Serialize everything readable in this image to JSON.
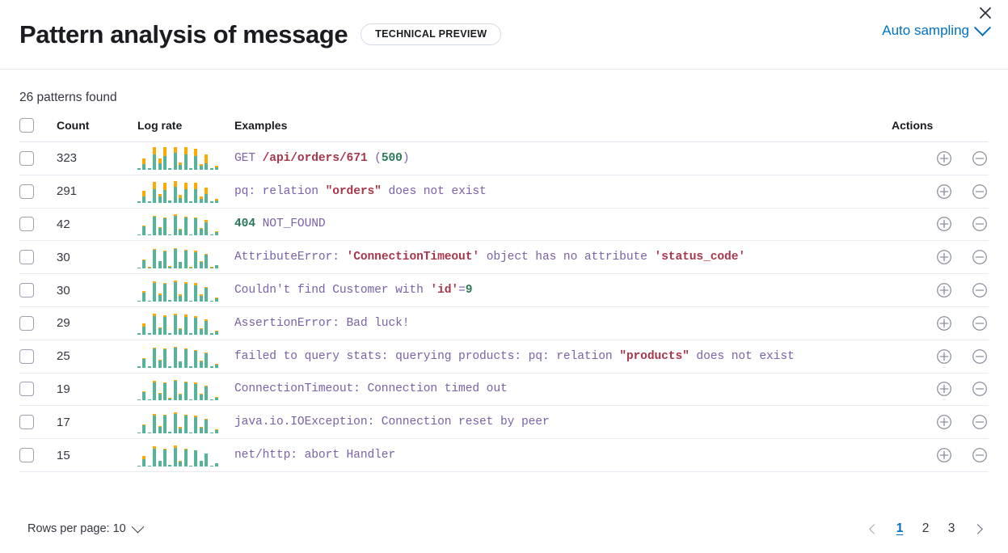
{
  "header": {
    "title": "Pattern analysis of message",
    "badge": "TECHNICAL PREVIEW",
    "sampling_label": "Auto sampling",
    "close_icon": "close-icon",
    "chevron_icon": "chevron-down-icon",
    "accent_color": "#0071c2"
  },
  "summary": {
    "patterns_found": "26 patterns found"
  },
  "table": {
    "columns": {
      "select": "",
      "count": "Count",
      "log_rate": "Log rate",
      "examples": "Examples",
      "actions": "Actions"
    },
    "colors": {
      "bar_top": "#ffa800",
      "bar_bottom": "#54b399"
    },
    "rows": [
      {
        "count": "323",
        "example": "GET /api/orders/671 (500)",
        "tokens": [
          {
            "t": "GET ",
            "c": "pur"
          },
          {
            "t": "/api/orders/671",
            "c": "red"
          },
          {
            "t": " (",
            "c": "pur"
          },
          {
            "t": "500",
            "c": "green"
          },
          {
            "t": ")",
            "c": "pur"
          }
        ],
        "spark": [
          {
            "bot": 0.06,
            "top": 0.0
          },
          {
            "bot": 0.26,
            "top": 0.22
          },
          {
            "bot": 0.06,
            "top": 0.0
          },
          {
            "bot": 0.66,
            "top": 0.34
          },
          {
            "bot": 0.3,
            "top": 0.2
          },
          {
            "bot": 0.62,
            "top": 0.36
          },
          {
            "bot": 0.08,
            "top": 0.0
          },
          {
            "bot": 0.74,
            "top": 0.26
          },
          {
            "bot": 0.2,
            "top": 0.12
          },
          {
            "bot": 0.66,
            "top": 0.32
          },
          {
            "bot": 0.06,
            "top": 0.0
          },
          {
            "bot": 0.62,
            "top": 0.32
          },
          {
            "bot": 0.16,
            "top": 0.1
          },
          {
            "bot": 0.28,
            "top": 0.4
          },
          {
            "bot": 0.06,
            "top": 0.0
          },
          {
            "bot": 0.1,
            "top": 0.06
          }
        ]
      },
      {
        "count": "291",
        "example": "pq: relation \"orders\" does not exist",
        "tokens": [
          {
            "t": "pq: relation ",
            "c": "pur"
          },
          {
            "t": "\"orders\"",
            "c": "red"
          },
          {
            "t": " does not exist",
            "c": "pur"
          }
        ],
        "spark": [
          {
            "bot": 0.05,
            "top": 0.0
          },
          {
            "bot": 0.28,
            "top": 0.24
          },
          {
            "bot": 0.05,
            "top": 0.0
          },
          {
            "bot": 0.6,
            "top": 0.32
          },
          {
            "bot": 0.26,
            "top": 0.14
          },
          {
            "bot": 0.56,
            "top": 0.34
          },
          {
            "bot": 0.08,
            "top": 0.0
          },
          {
            "bot": 0.7,
            "top": 0.24
          },
          {
            "bot": 0.22,
            "top": 0.12
          },
          {
            "bot": 0.6,
            "top": 0.3
          },
          {
            "bot": 0.06,
            "top": 0.0
          },
          {
            "bot": 0.58,
            "top": 0.3
          },
          {
            "bot": 0.18,
            "top": 0.1
          },
          {
            "bot": 0.4,
            "top": 0.26
          },
          {
            "bot": 0.05,
            "top": 0.0
          },
          {
            "bot": 0.1,
            "top": 0.07
          }
        ]
      },
      {
        "count": "42",
        "example": "404 NOT_FOUND",
        "tokens": [
          {
            "t": "404",
            "c": "green"
          },
          {
            "t": " NOT_FOUND",
            "c": "pur"
          }
        ],
        "spark": [
          {
            "bot": 0.05,
            "top": 0.0
          },
          {
            "bot": 0.4,
            "top": 0.04
          },
          {
            "bot": 0.04,
            "top": 0.0
          },
          {
            "bot": 0.84,
            "top": 0.05
          },
          {
            "bot": 0.34,
            "top": 0.03
          },
          {
            "bot": 0.78,
            "top": 0.04
          },
          {
            "bot": 0.07,
            "top": 0.0
          },
          {
            "bot": 0.86,
            "top": 0.1
          },
          {
            "bot": 0.26,
            "top": 0.03
          },
          {
            "bot": 0.8,
            "top": 0.04
          },
          {
            "bot": 0.04,
            "top": 0.0
          },
          {
            "bot": 0.76,
            "top": 0.06
          },
          {
            "bot": 0.3,
            "top": 0.04
          },
          {
            "bot": 0.6,
            "top": 0.1
          },
          {
            "bot": 0.05,
            "top": 0.0
          },
          {
            "bot": 0.15,
            "top": 0.04
          }
        ]
      },
      {
        "count": "30",
        "example": "AttributeError: 'ConnectionTimeout' object has no attribute 'status_code'",
        "tokens": [
          {
            "t": "AttributeError: ",
            "c": "pur"
          },
          {
            "t": "'ConnectionTimeout'",
            "c": "red"
          },
          {
            "t": " object has no attribute ",
            "c": "pur"
          },
          {
            "t": "'status_code'",
            "c": "red"
          }
        ],
        "spark": [
          {
            "bot": 0.04,
            "top": 0.02
          },
          {
            "bot": 0.38,
            "top": 0.03
          },
          {
            "bot": 0.05,
            "top": 0.02
          },
          {
            "bot": 0.82,
            "top": 0.04
          },
          {
            "bot": 0.32,
            "top": 0.03
          },
          {
            "bot": 0.76,
            "top": 0.04
          },
          {
            "bot": 0.08,
            "top": 0.03
          },
          {
            "bot": 0.88,
            "top": 0.04
          },
          {
            "bot": 0.28,
            "top": 0.03
          },
          {
            "bot": 0.8,
            "top": 0.03
          },
          {
            "bot": 0.05,
            "top": 0.02
          },
          {
            "bot": 0.74,
            "top": 0.05
          },
          {
            "bot": 0.28,
            "top": 0.04
          },
          {
            "bot": 0.62,
            "top": 0.04
          },
          {
            "bot": 0.05,
            "top": 0.02
          },
          {
            "bot": 0.14,
            "top": 0.03
          }
        ]
      },
      {
        "count": "30",
        "example": "Couldn't find Customer with 'id'=9",
        "tokens": [
          {
            "t": "Couldn't find Customer with ",
            "c": "pur"
          },
          {
            "t": "'id'",
            "c": "red"
          },
          {
            "t": "=",
            "c": "pur"
          },
          {
            "t": "9",
            "c": "green"
          }
        ],
        "spark": [
          {
            "bot": 0.04,
            "top": 0.0
          },
          {
            "bot": 0.38,
            "top": 0.1
          },
          {
            "bot": 0.05,
            "top": 0.0
          },
          {
            "bot": 0.82,
            "top": 0.06
          },
          {
            "bot": 0.3,
            "top": 0.05
          },
          {
            "bot": 0.78,
            "top": 0.05
          },
          {
            "bot": 0.08,
            "top": 0.0
          },
          {
            "bot": 0.86,
            "top": 0.06
          },
          {
            "bot": 0.26,
            "top": 0.05
          },
          {
            "bot": 0.8,
            "top": 0.05
          },
          {
            "bot": 0.04,
            "top": 0.0
          },
          {
            "bot": 0.72,
            "top": 0.1
          },
          {
            "bot": 0.26,
            "top": 0.05
          },
          {
            "bot": 0.6,
            "top": 0.05
          },
          {
            "bot": 0.05,
            "top": 0.0
          },
          {
            "bot": 0.14,
            "top": 0.04
          }
        ]
      },
      {
        "count": "29",
        "example": "AssertionError: Bad luck!",
        "tokens": [
          {
            "t": "AssertionError: Bad luck!",
            "c": "pur"
          }
        ],
        "spark": [
          {
            "bot": 0.05,
            "top": 0.0
          },
          {
            "bot": 0.36,
            "top": 0.12
          },
          {
            "bot": 0.05,
            "top": 0.0
          },
          {
            "bot": 0.8,
            "top": 0.12
          },
          {
            "bot": 0.28,
            "top": 0.04
          },
          {
            "bot": 0.78,
            "top": 0.08
          },
          {
            "bot": 0.08,
            "top": 0.0
          },
          {
            "bot": 0.84,
            "top": 0.1
          },
          {
            "bot": 0.24,
            "top": 0.04
          },
          {
            "bot": 0.78,
            "top": 0.1
          },
          {
            "bot": 0.05,
            "top": 0.0
          },
          {
            "bot": 0.74,
            "top": 0.06
          },
          {
            "bot": 0.26,
            "top": 0.04
          },
          {
            "bot": 0.62,
            "top": 0.04
          },
          {
            "bot": 0.05,
            "top": 0.0
          },
          {
            "bot": 0.15,
            "top": 0.04
          }
        ]
      },
      {
        "count": "25",
        "example": "failed to query stats: querying products: pq: relation \"products\" does not exist",
        "tokens": [
          {
            "t": "failed to query stats: querying products: pq: relation ",
            "c": "pur"
          },
          {
            "t": "\"products\"",
            "c": "red"
          },
          {
            "t": " does not exist",
            "c": "pur"
          }
        ],
        "spark": [
          {
            "bot": 0.05,
            "top": 0.0
          },
          {
            "bot": 0.38,
            "top": 0.04
          },
          {
            "bot": 0.05,
            "top": 0.0
          },
          {
            "bot": 0.84,
            "top": 0.04
          },
          {
            "bot": 0.32,
            "top": 0.03
          },
          {
            "bot": 0.8,
            "top": 0.04
          },
          {
            "bot": 0.07,
            "top": 0.0
          },
          {
            "bot": 0.88,
            "top": 0.04
          },
          {
            "bot": 0.26,
            "top": 0.03
          },
          {
            "bot": 0.82,
            "top": 0.04
          },
          {
            "bot": 0.05,
            "top": 0.0
          },
          {
            "bot": 0.74,
            "top": 0.04
          },
          {
            "bot": 0.28,
            "top": 0.03
          },
          {
            "bot": 0.62,
            "top": 0.04
          },
          {
            "bot": 0.05,
            "top": 0.0
          },
          {
            "bot": 0.14,
            "top": 0.03
          }
        ]
      },
      {
        "count": "19",
        "example": "ConnectionTimeout: Connection timed out",
        "tokens": [
          {
            "t": "ConnectionTimeout: Connection timed out",
            "c": "pur"
          }
        ],
        "spark": [
          {
            "bot": 0.05,
            "top": 0.02
          },
          {
            "bot": 0.38,
            "top": 0.03
          },
          {
            "bot": 0.05,
            "top": 0.02
          },
          {
            "bot": 0.82,
            "top": 0.04
          },
          {
            "bot": 0.32,
            "top": 0.03
          },
          {
            "bot": 0.76,
            "top": 0.04
          },
          {
            "bot": 0.08,
            "top": 0.03
          },
          {
            "bot": 0.86,
            "top": 0.04
          },
          {
            "bot": 0.28,
            "top": 0.03
          },
          {
            "bot": 0.8,
            "top": 0.03
          },
          {
            "bot": 0.05,
            "top": 0.02
          },
          {
            "bot": 0.74,
            "top": 0.05
          },
          {
            "bot": 0.28,
            "top": 0.04
          },
          {
            "bot": 0.62,
            "top": 0.04
          },
          {
            "bot": 0.05,
            "top": 0.02
          },
          {
            "bot": 0.14,
            "top": 0.03
          }
        ]
      },
      {
        "count": "17",
        "example": "java.io.IOException: Connection reset by peer",
        "tokens": [
          {
            "t": "java.io.IOException: Connection reset by peer",
            "c": "pur"
          }
        ],
        "spark": [
          {
            "bot": 0.05,
            "top": 0.0
          },
          {
            "bot": 0.36,
            "top": 0.04
          },
          {
            "bot": 0.05,
            "top": 0.0
          },
          {
            "bot": 0.8,
            "top": 0.08
          },
          {
            "bot": 0.28,
            "top": 0.04
          },
          {
            "bot": 0.78,
            "top": 0.04
          },
          {
            "bot": 0.08,
            "top": 0.0
          },
          {
            "bot": 0.86,
            "top": 0.08
          },
          {
            "bot": 0.24,
            "top": 0.04
          },
          {
            "bot": 0.78,
            "top": 0.04
          },
          {
            "bot": 0.05,
            "top": 0.0
          },
          {
            "bot": 0.74,
            "top": 0.06
          },
          {
            "bot": 0.26,
            "top": 0.04
          },
          {
            "bot": 0.62,
            "top": 0.04
          },
          {
            "bot": 0.05,
            "top": 0.0
          },
          {
            "bot": 0.15,
            "top": 0.04
          }
        ]
      },
      {
        "count": "15",
        "example": "net/http: abort Handler",
        "tokens": [
          {
            "t": "net/http: abort Handler",
            "c": "pur"
          }
        ],
        "spark": [
          {
            "bot": 0.05,
            "top": 0.0
          },
          {
            "bot": 0.34,
            "top": 0.12
          },
          {
            "bot": 0.05,
            "top": 0.0
          },
          {
            "bot": 0.78,
            "top": 0.1
          },
          {
            "bot": 0.24,
            "top": 0.02
          },
          {
            "bot": 0.76,
            "top": 0.04
          },
          {
            "bot": 0.08,
            "top": 0.0
          },
          {
            "bot": 0.84,
            "top": 0.1
          },
          {
            "bot": 0.22,
            "top": 0.02
          },
          {
            "bot": 0.76,
            "top": 0.03
          },
          {
            "bot": 0.05,
            "top": 0.0
          },
          {
            "bot": 0.7,
            "top": 0.03
          },
          {
            "bot": 0.24,
            "top": 0.02
          },
          {
            "bot": 0.56,
            "top": 0.02
          },
          {
            "bot": 0.05,
            "top": 0.0
          },
          {
            "bot": 0.14,
            "top": 0.02
          }
        ]
      }
    ]
  },
  "footer": {
    "rows_per_page": "Rows per page: 10",
    "prev_icon": "chevron-left-icon",
    "next_icon": "chevron-right-icon",
    "pages": [
      "1",
      "2",
      "3"
    ],
    "active_page": "1"
  }
}
